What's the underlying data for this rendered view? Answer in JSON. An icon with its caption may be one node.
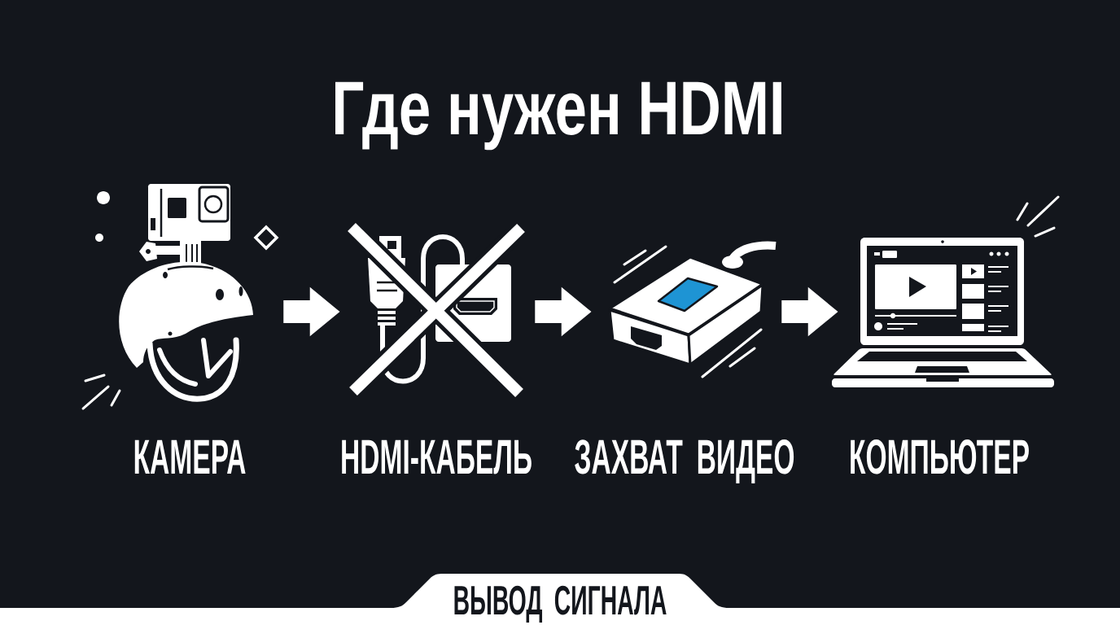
{
  "diagram": {
    "title": "Где нужен HDMI",
    "nodes": [
      {
        "text": [],
        "shape": "picture",
        "beside": [
          "КАМЕРА"
        ]
      },
      {
        "text": [],
        "shape": "picture",
        "beside": [
          "HDMI-КАБЕЛЬ"
        ]
      },
      {
        "text": [],
        "shape": "picture",
        "beside": [
          "ЗАХВАТ ВИДЕО"
        ]
      },
      {
        "text": [],
        "shape": "picture",
        "beside": [
          "КОМПЬЮТЕР"
        ]
      },
      {
        "text": [
          "ВЫВОД СИГНАЛА"
        ]
      }
    ],
    "edges": [
      {
        "from": 0,
        "to": 1,
        "arrow": "to"
      },
      {
        "from": 1,
        "to": 2,
        "arrow": "to"
      },
      {
        "from": 2,
        "to": 3,
        "arrow": "to"
      }
    ]
  }
}
